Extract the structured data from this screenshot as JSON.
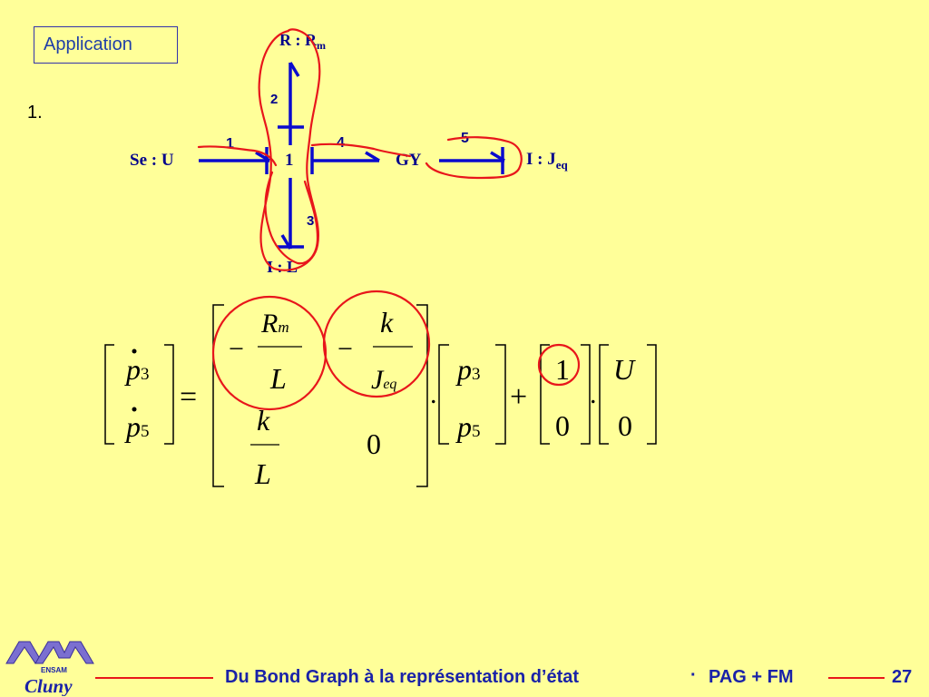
{
  "header": {
    "box_label": "Application",
    "item_number": "1."
  },
  "bond_graph": {
    "source": "Se : U",
    "junction": "1",
    "transducer": "GY",
    "resistor": {
      "prefix": "R : R",
      "sub": "m"
    },
    "inertia_bottom": "I : L",
    "inertia_right": {
      "prefix": "I : J",
      "sub": "eq"
    },
    "bond_numbers": [
      "1",
      "2",
      "3",
      "4",
      "5"
    ]
  },
  "equation": {
    "lhs": [
      {
        "var": "p",
        "sub": "3"
      },
      {
        "var": "p",
        "sub": "5"
      }
    ],
    "equals": "=",
    "A": {
      "a11": {
        "sign": "−",
        "num": "R",
        "num_sub": "m",
        "den": "L"
      },
      "a12": {
        "sign": "−",
        "num": "k",
        "den": "J",
        "den_sub": "eq"
      },
      "a21": {
        "num": "k",
        "den": "L"
      },
      "a22": "0"
    },
    "dot": ".",
    "state": [
      {
        "var": "p",
        "sub": "3"
      },
      {
        "var": "p",
        "sub": "5"
      }
    ],
    "plus": "+",
    "B": [
      "1",
      "0"
    ],
    "input": [
      "U",
      "0"
    ]
  },
  "footer": {
    "title": "Du Bond Graph à la représentation d’état",
    "separator": "·",
    "authors": "PAG + FM",
    "page": "27"
  },
  "logo": {
    "school": "ENSAM",
    "campus": "Cluny"
  },
  "colors": {
    "background": "#FFFF99",
    "bond": "#0A0ACD",
    "annotation": "#E8161B",
    "text_blue": "#00008B"
  }
}
